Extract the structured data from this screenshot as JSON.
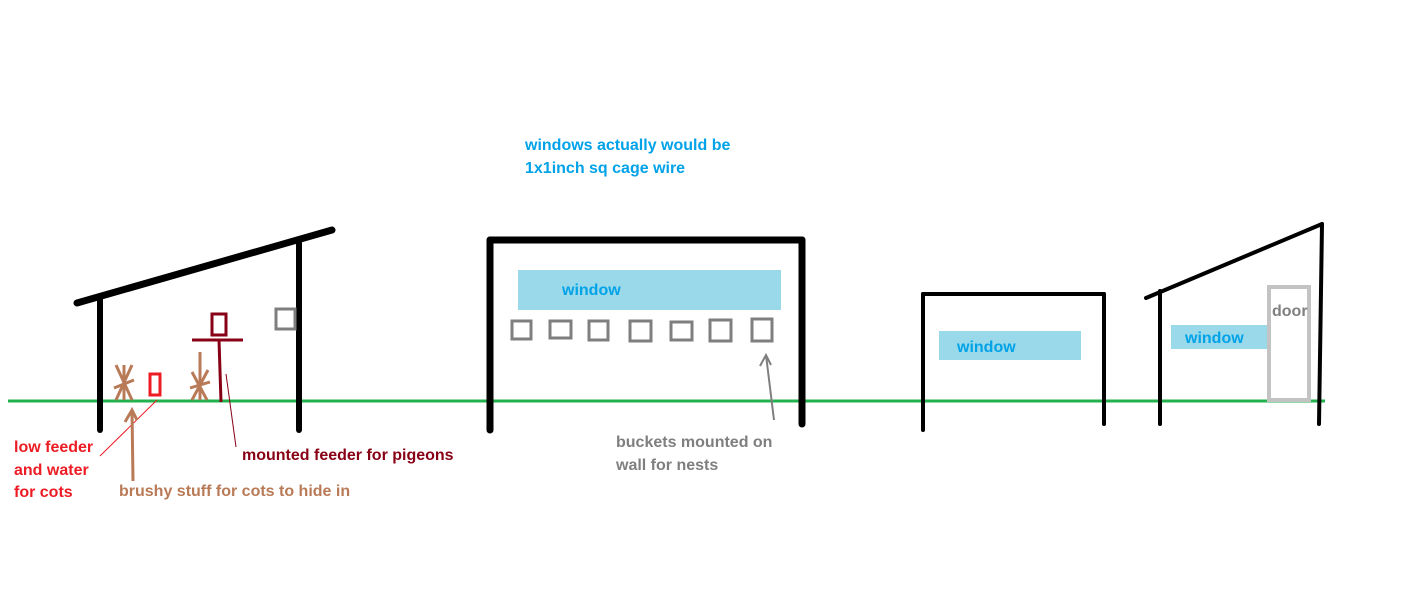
{
  "colors": {
    "ground": "#22b14c",
    "window_fill": "#99d9ea",
    "blue_text": "#00a2e8",
    "bucket": "#7f7f7f",
    "door": "#c3c3c3",
    "red": "#ed1c24",
    "dark_red": "#880015",
    "brown": "#b97a57"
  },
  "note": {
    "line1": "windows actually would be",
    "line2": "1x1inch sq cage wire"
  },
  "labels": {
    "window_center": "window",
    "window_small": "window",
    "window_right": "window",
    "door": "door",
    "buckets_line1": "buckets mounted on",
    "buckets_line2": "wall for nests",
    "low_feeder_line1": "low feeder",
    "low_feeder_line2": "and water",
    "low_feeder_line3": "for cots",
    "brushy": "brushy stuff for cots to hide in",
    "mounted_feeder": "mounted feeder for pigeons"
  }
}
